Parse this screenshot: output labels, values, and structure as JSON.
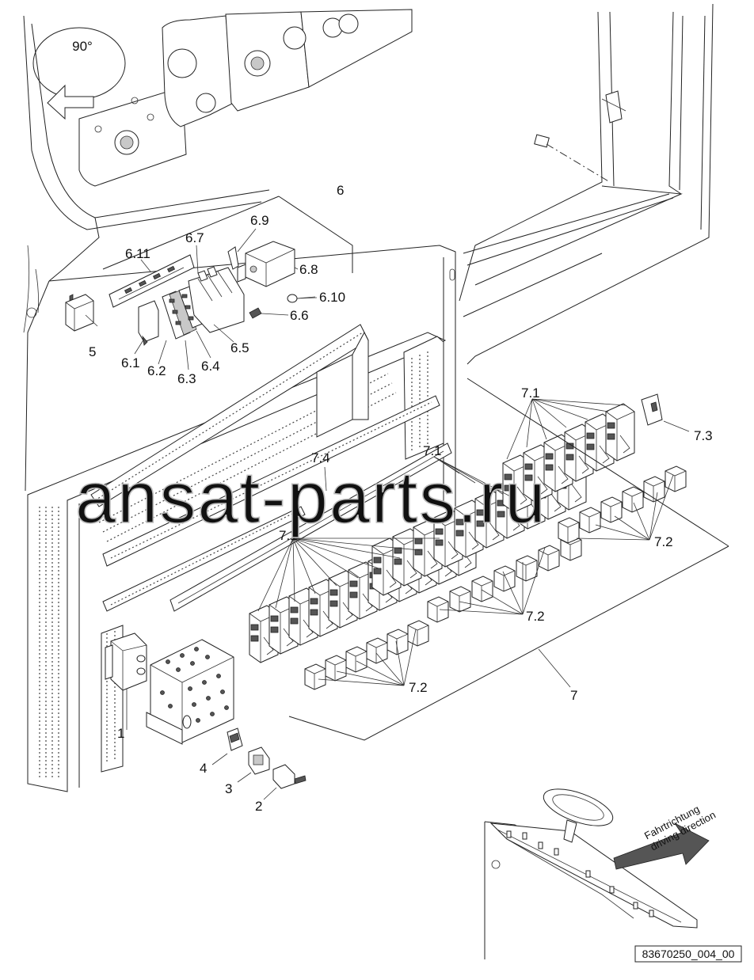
{
  "rotation_label": "90°",
  "direction_label": [
    "Fahrtrichtung",
    "driving direction"
  ],
  "watermark": "ansat-parts.ru",
  "drawing_number": "83670250_004_00",
  "callouts": {
    "c1": "1",
    "c2": "2",
    "c3": "3",
    "c4": "4",
    "c5": "5",
    "c6": "6",
    "c6_1": "6.1",
    "c6_2": "6.2",
    "c6_3": "6.3",
    "c6_4": "6.4",
    "c6_5": "6.5",
    "c6_6": "6.6",
    "c6_7": "6.7",
    "c6_8": "6.8",
    "c6_9": "6.9",
    "c6_10": "6.10",
    "c6_11": "6.11",
    "c7": "7",
    "c7_1": "7.1",
    "c7_2": "7.2",
    "c7_3": "7.3",
    "c7_4": "7.4"
  }
}
